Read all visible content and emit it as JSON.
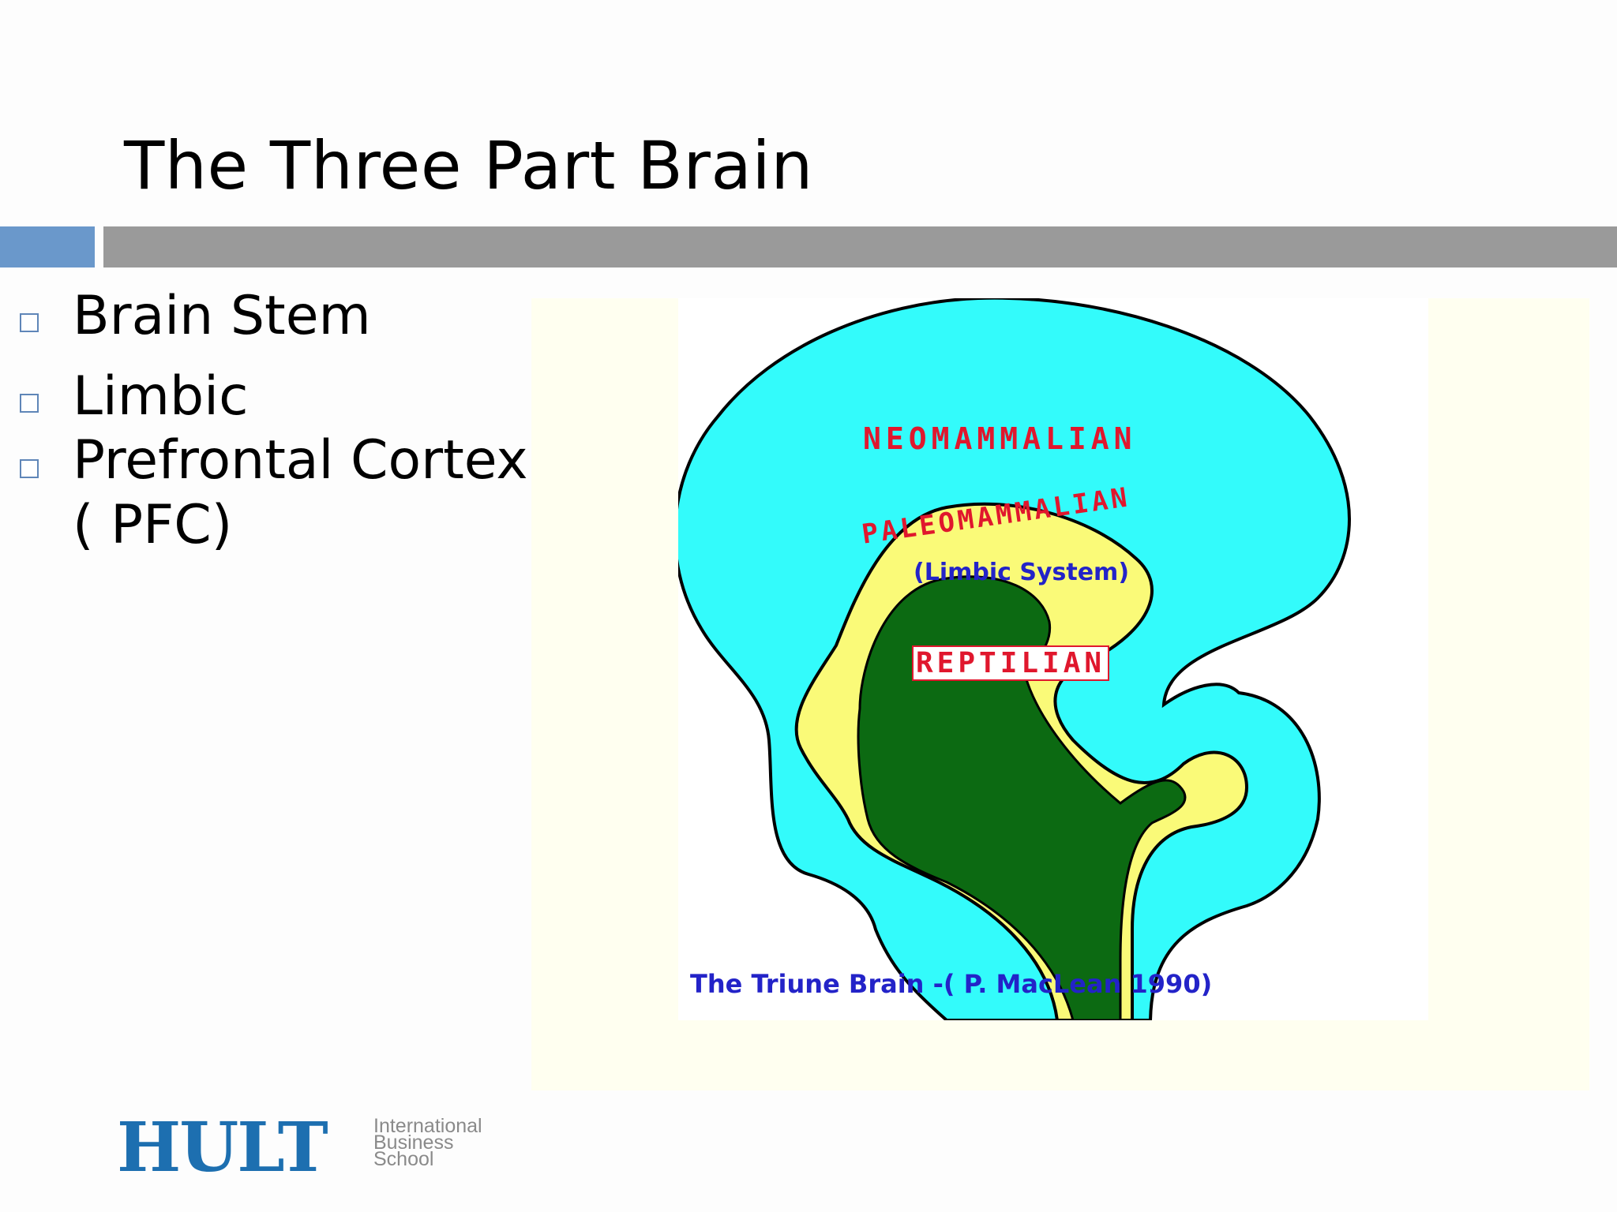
{
  "slide": {
    "title": "The Three Part Brain",
    "accent_color": "#6a98cb",
    "rule_color": "#9a9a9a"
  },
  "bullets": [
    {
      "text": "Brain Stem"
    },
    {
      "text": "Limbic"
    },
    {
      "text": "Prefrontal Cortex ( PFC)"
    }
  ],
  "diagram": {
    "labels": {
      "neomammalian": "NEOMAMMALIAN",
      "paleomammalian": "PALEOMAMMALIAN",
      "limbic": "(Limbic System)",
      "reptilian": "REPTILIAN",
      "caption": "The Triune Brain -( P. MacLean 1990)"
    },
    "colors": {
      "neomammalian": "#33fbfb",
      "paleomammalian": "#fafa78",
      "reptilian": "#0c6a12",
      "label_red": "#e0172d",
      "label_blue": "#2323c8"
    }
  },
  "logo": {
    "brand": "HULT",
    "line1": "International",
    "line2": "Business",
    "line3": "School"
  }
}
